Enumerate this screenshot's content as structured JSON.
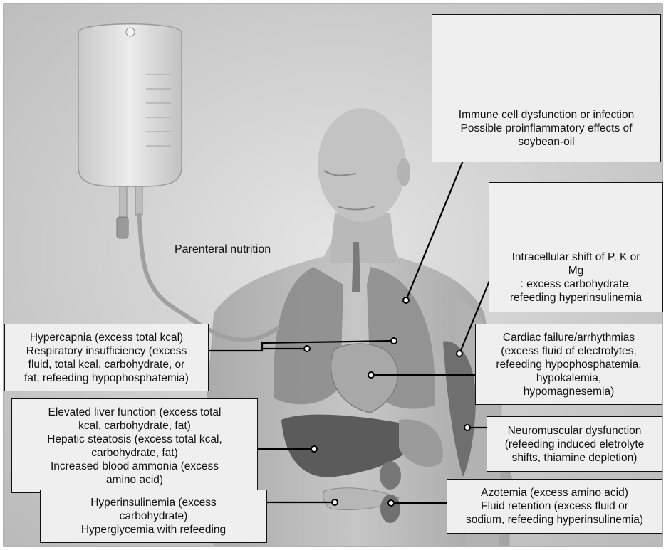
{
  "iv_label": "Parenteral nutrition",
  "callouts": {
    "immune": [
      "Immune cell dysfunction or infection",
      "Possible proinflammatory effects of",
      "soybean-oil"
    ],
    "intracellular": [
      "Intracellular shift of P, K or",
      "Mg",
      ": excess carbohydrate,",
      "refeeding hyperinsulinemia"
    ],
    "respiratory": [
      "Hypercapnia (excess total kcal)",
      "Respiratory insufficiency (excess",
      "fluid, total kcal, carbohydrate, or",
      "fat; refeeding hypophosphatemia)"
    ],
    "cardiac": [
      "Cardiac failure/arrhythmias",
      "(excess fluid of electrolytes,",
      "refeeding hypophosphatemia,",
      "hypokalemia,",
      "hypomagnesemia)"
    ],
    "liver": [
      "Elevated liver function (excess total",
      "kcal, carbohydrate, fat)",
      "Hepatic steatosis (excess total kcal,",
      "carbohydrate, fat)",
      "Increased blood ammonia (excess",
      "amino acid)"
    ],
    "neuromuscular": [
      "Neuromuscular dysfunction",
      "(refeeding induced eletrolyte",
      "shifts, thiamine depletion)"
    ],
    "pancreas": [
      "Hyperinsulinemia (excess",
      "carbohydrate)",
      "Hyperglycemia with refeeding"
    ],
    "kidney": [
      "Azotemia (excess amino acid)",
      "Fluid retention (excess fluid or",
      "sodium, refeeding hyperinsulinemia)"
    ]
  }
}
